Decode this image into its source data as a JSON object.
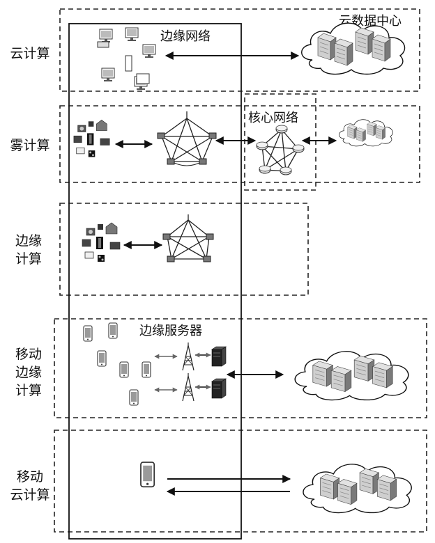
{
  "rows": [
    {
      "label_lines": [
        "云计算"
      ]
    },
    {
      "label_lines": [
        "雾计算"
      ]
    },
    {
      "label_lines": [
        "边缘",
        "计算"
      ]
    },
    {
      "label_lines": [
        "移动",
        "边缘",
        "计算"
      ]
    },
    {
      "label_lines": [
        "移动",
        "云计算"
      ]
    }
  ],
  "labels": {
    "edge_network": "边缘网络",
    "cloud_datacenter": "云数据中心",
    "core_network": "核心网络",
    "edge_server": "边缘服务器"
  },
  "colors": {
    "line": "#111111",
    "dash": "#222222",
    "building_light": "#d8d8d8",
    "building_dark": "#7a7a7a"
  },
  "icons": [
    "computer-icon",
    "router-icon",
    "cloud-icon",
    "building-icon",
    "smartphone-icon",
    "cell-tower-icon",
    "server-icon",
    "smart-device-icon"
  ]
}
